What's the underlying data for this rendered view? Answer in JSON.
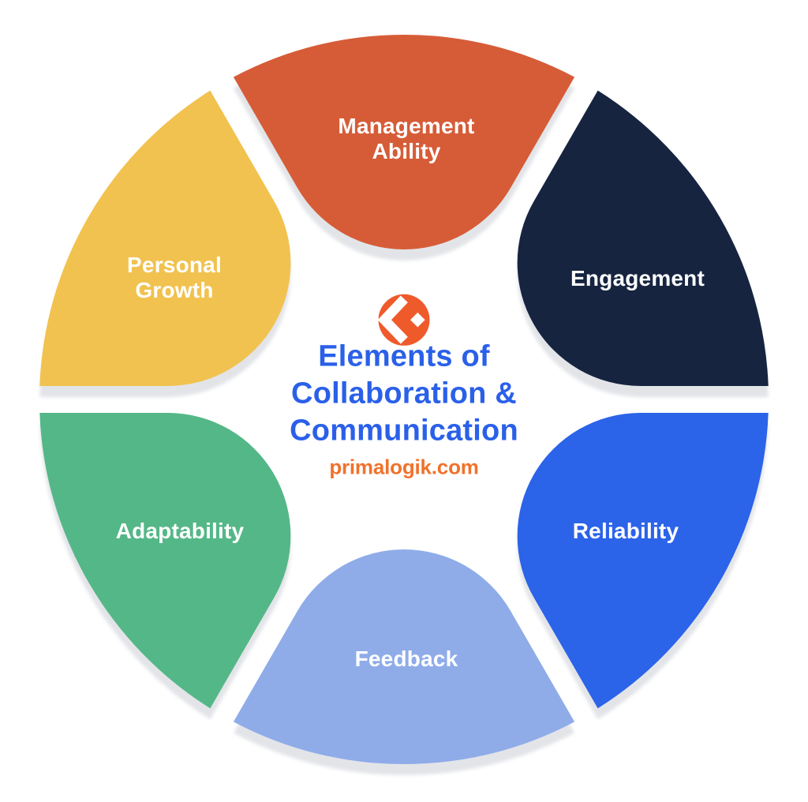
{
  "background_color": "#FFFFFF",
  "brand": {
    "logo_icon": "primalogik-chevron-diamond-mark",
    "logo_color": "#EF5A2B",
    "website": "primalogik.com",
    "website_color": "#F0722C"
  },
  "title": {
    "text": "Elements of Collaboration & Communication",
    "lines": [
      "Elements of",
      "Collaboration &",
      "Communication"
    ],
    "color": "#2A60E9"
  },
  "label_text_color": "#FFFFFF",
  "shadow_color": "#E2E4E8",
  "segments": [
    {
      "id": "management-ability",
      "label": "Management Ability",
      "lines": [
        "Management",
        "Ability"
      ],
      "color": "#D65C37",
      "position": "top"
    },
    {
      "id": "engagement",
      "label": "Engagement",
      "lines": [
        "Engagement"
      ],
      "color": "#162440",
      "position": "top-right"
    },
    {
      "id": "reliability",
      "label": "Reliability",
      "lines": [
        "Reliability"
      ],
      "color": "#2B63E9",
      "position": "bottom-right"
    },
    {
      "id": "feedback",
      "label": "Feedback",
      "lines": [
        "Feedback"
      ],
      "color": "#8FACE9",
      "position": "bottom"
    },
    {
      "id": "adaptability",
      "label": "Adaptability",
      "lines": [
        "Adaptability"
      ],
      "color": "#54B787",
      "position": "bottom-left"
    },
    {
      "id": "personal-growth",
      "label": "Personal Growth",
      "lines": [
        "Personal",
        "Growth"
      ],
      "color": "#F1C24F",
      "position": "top-left"
    }
  ]
}
